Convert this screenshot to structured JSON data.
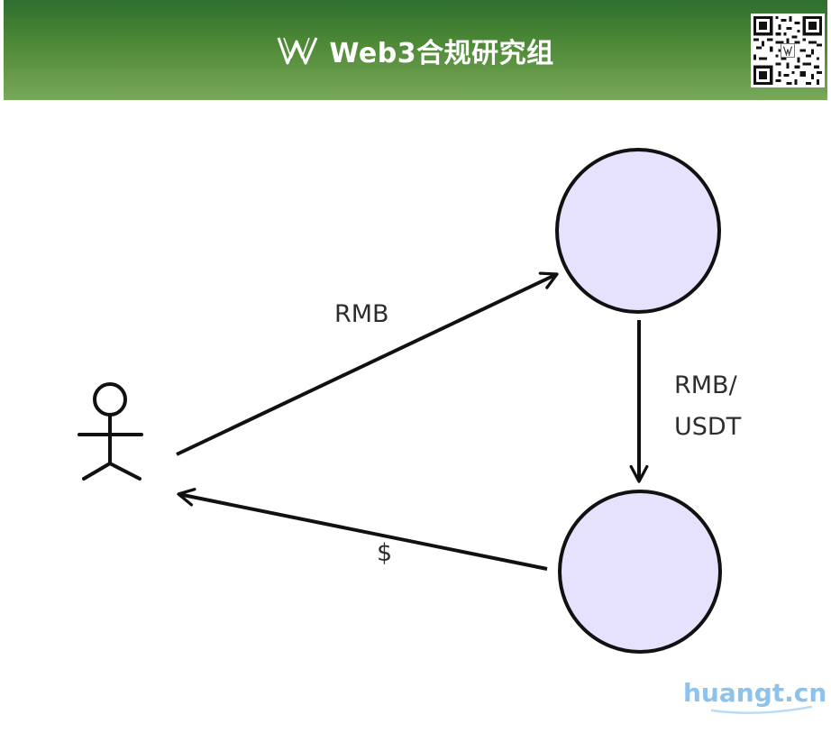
{
  "header": {
    "title": "Web3合规研究组",
    "logo_icon": "w-logo-icon",
    "qr_icon": "qr-code-icon",
    "background_colors": [
      "#2e6f30",
      "#79a85a"
    ]
  },
  "diagram": {
    "nodes": [
      {
        "id": "actor",
        "shape": "stick-figure"
      },
      {
        "id": "circle-top",
        "shape": "circle",
        "fill": "#e6e1fd"
      },
      {
        "id": "circle-bottom",
        "shape": "circle",
        "fill": "#e6e1fd"
      }
    ],
    "edges": [
      {
        "from": "actor",
        "to": "circle-top",
        "label": "RMB"
      },
      {
        "from": "circle-top",
        "to": "circle-bottom",
        "label_lines": [
          "RMB/",
          "USDT"
        ]
      },
      {
        "from": "circle-bottom",
        "to": "actor",
        "label": "$"
      }
    ]
  },
  "watermark": {
    "text": "huangt.cn",
    "color": "#8cc2ec"
  }
}
